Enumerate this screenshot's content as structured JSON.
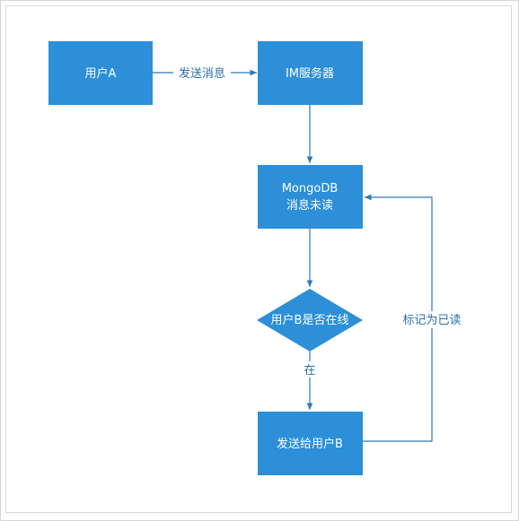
{
  "colors": {
    "node_fill": "#2C8FD8",
    "edge": "#2F79B7",
    "edge_label": "#2a6fa8"
  },
  "nodes": {
    "user_a": "用户A",
    "im_server": "IM服务器",
    "mongodb_line1": "MongoDB",
    "mongodb_line2": "消息未读",
    "decision": "用户B是否在线",
    "send_to_b": "发送给用户B"
  },
  "edges": {
    "send_message": "发送消息",
    "online": "在",
    "mark_read": "标记为已读"
  }
}
